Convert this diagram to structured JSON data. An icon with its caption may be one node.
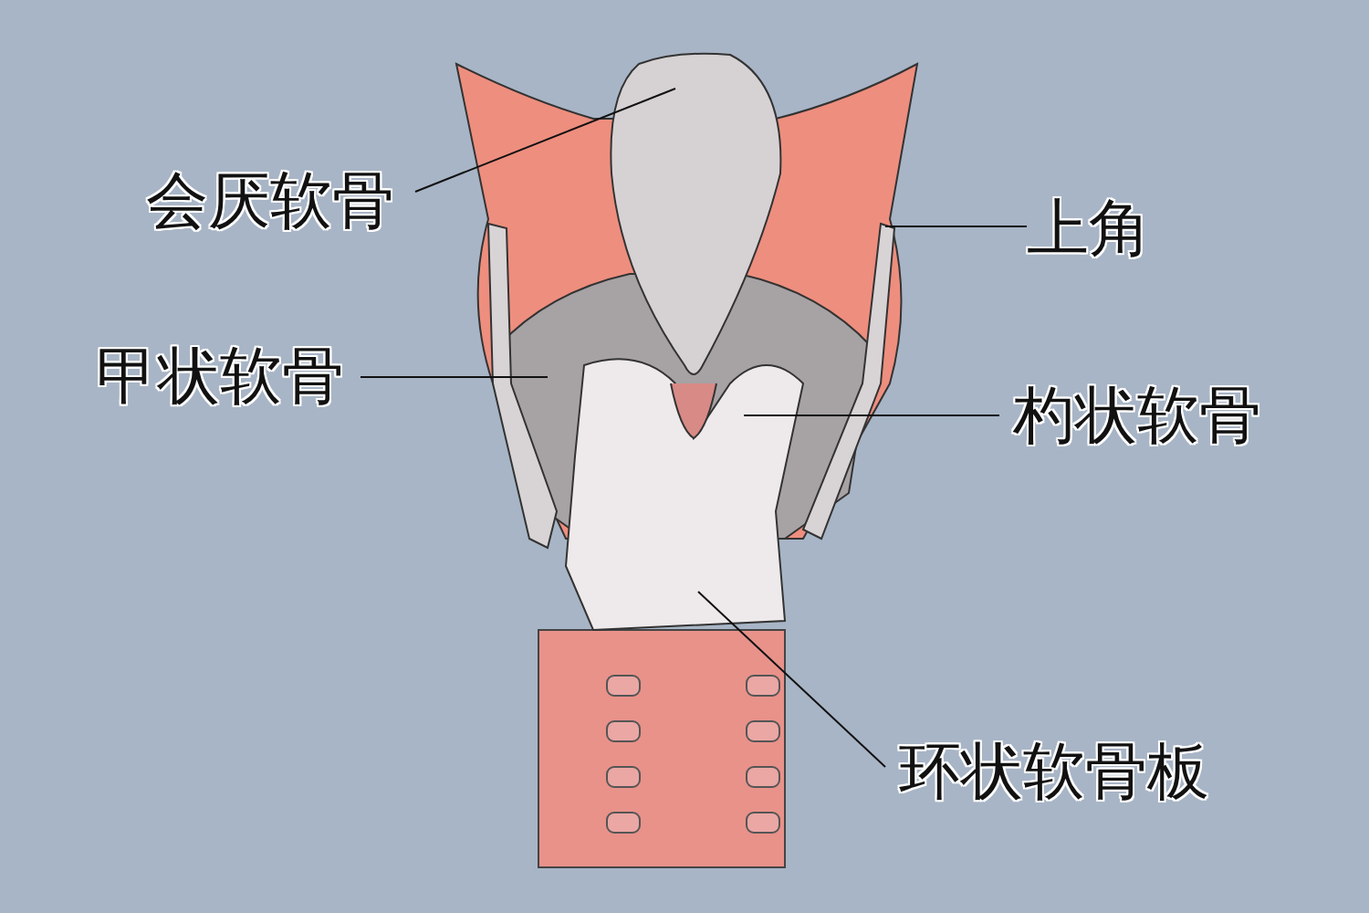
{
  "diagram": {
    "nodes": [
      {
        "text": [
          "会厌软骨"
        ]
      },
      {
        "text": [
          "上角"
        ]
      },
      {
        "text": [
          "甲状软骨"
        ]
      },
      {
        "text": [
          "杓状软骨"
        ]
      },
      {
        "text": [
          "环状软骨板"
        ]
      }
    ],
    "edges": [
      {
        "from": 0,
        "to": null,
        "arrow": "none"
      },
      {
        "from": 1,
        "to": null,
        "arrow": "none"
      },
      {
        "from": 2,
        "to": null,
        "arrow": "none"
      },
      {
        "from": 3,
        "to": null,
        "arrow": "none"
      },
      {
        "from": 4,
        "to": null,
        "arrow": "none"
      }
    ]
  }
}
